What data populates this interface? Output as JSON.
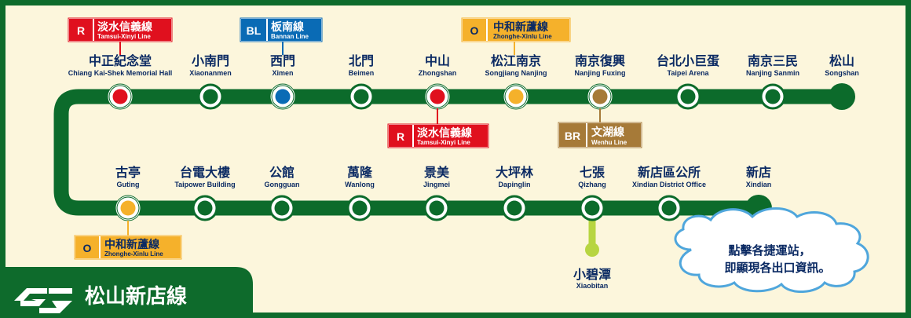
{
  "title": "松山新店線",
  "logo_icon": "taipei-metro-logo-icon",
  "colors": {
    "line": "#0c6b2b",
    "frame": "#0e6b2c",
    "background": "#fcf6dc",
    "red_line": "#e0101e",
    "blue_line": "#0a6bb5",
    "orange_line": "#f5b12b",
    "brown_line": "#a67a38",
    "branch": "#b7d541",
    "text": "#0b2a63"
  },
  "top_row": [
    {
      "zh": "中正紀念堂",
      "en": "Chiang Kai-Shek Memorial Hall",
      "marker": "red"
    },
    {
      "zh": "小南門",
      "en": "Xiaonanmen",
      "marker": "plain"
    },
    {
      "zh": "西門",
      "en": "Ximen",
      "marker": "blue"
    },
    {
      "zh": "北門",
      "en": "Beimen",
      "marker": "plain"
    },
    {
      "zh": "中山",
      "en": "Zhongshan",
      "marker": "red"
    },
    {
      "zh": "松江南京",
      "en": "Songjiang Nanjing",
      "marker": "orange"
    },
    {
      "zh": "南京復興",
      "en": "Nanjing Fuxing",
      "marker": "brown"
    },
    {
      "zh": "台北小巨蛋",
      "en": "Taipei Arena",
      "marker": "plain"
    },
    {
      "zh": "南京三民",
      "en": "Nanjing Sanmin",
      "marker": "plain"
    },
    {
      "zh": "松山",
      "en": "Songshan",
      "marker": "terminal"
    }
  ],
  "bottom_row": [
    {
      "zh": "古亭",
      "en": "Guting",
      "marker": "orange"
    },
    {
      "zh": "台電大樓",
      "en": "Taipower Building",
      "marker": "plain"
    },
    {
      "zh": "公館",
      "en": "Gongguan",
      "marker": "plain"
    },
    {
      "zh": "萬隆",
      "en": "Wanlong",
      "marker": "plain"
    },
    {
      "zh": "景美",
      "en": "Jingmei",
      "marker": "plain"
    },
    {
      "zh": "大坪林",
      "en": "Dapinglin",
      "marker": "plain"
    },
    {
      "zh": "七張",
      "en": "Qizhang",
      "marker": "plain"
    },
    {
      "zh": "新店區公所",
      "en": "Xindian District Office",
      "marker": "plain"
    },
    {
      "zh": "新店",
      "en": "Xindian",
      "marker": "terminal"
    }
  ],
  "branch_station": {
    "zh": "小碧潭",
    "en": "Xiaobitan"
  },
  "transfers": {
    "cks": {
      "code": "R",
      "zh": "淡水信義線",
      "en": "Tamsui-Xinyi Line"
    },
    "ximen": {
      "code": "BL",
      "zh": "板南線",
      "en": "Bannan Line"
    },
    "songjiang": {
      "code": "O",
      "zh": "中和新蘆線",
      "en": "Zhonghe-Xinlu Line"
    },
    "zhongshan": {
      "code": "R",
      "zh": "淡水信義線",
      "en": "Tamsui-Xinyi Line"
    },
    "fuxing": {
      "code": "BR",
      "zh": "文湖線",
      "en": "Wenhu Line"
    },
    "guting": {
      "code": "O",
      "zh": "中和新蘆線",
      "en": "Zhonghe-Xinlu Line"
    }
  },
  "cloud_text": [
    "點擊各捷運站，",
    "即顯現各出口資訊。"
  ]
}
